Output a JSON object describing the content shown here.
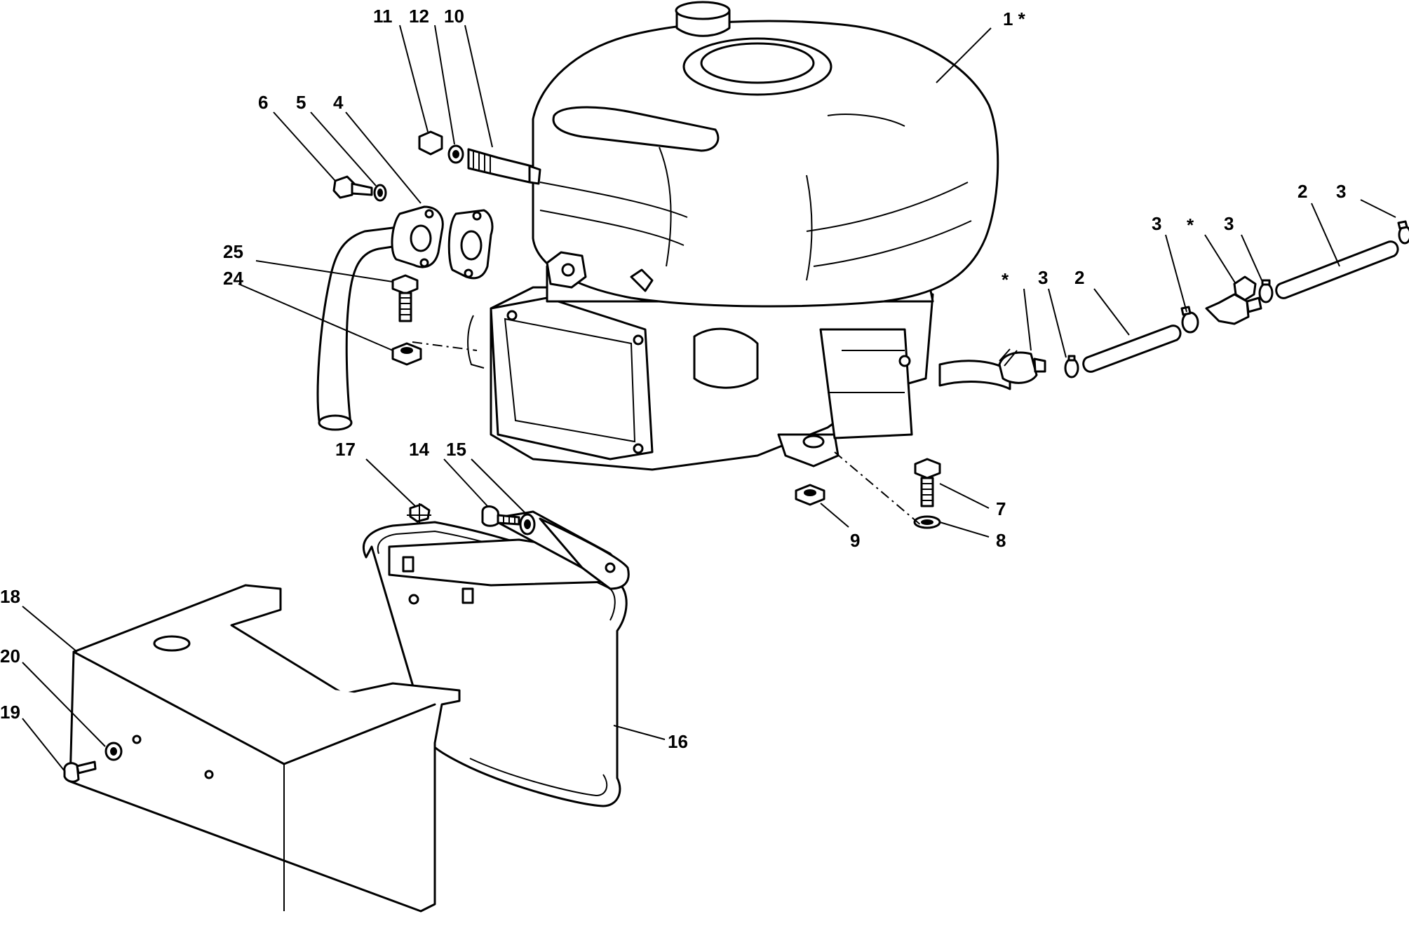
{
  "callouts": [
    {
      "id": "c1",
      "label": "1 *"
    },
    {
      "id": "c2a",
      "label": "2"
    },
    {
      "id": "c2b",
      "label": "2"
    },
    {
      "id": "c3a",
      "label": "3"
    },
    {
      "id": "c3b",
      "label": "3"
    },
    {
      "id": "c3c",
      "label": "3"
    },
    {
      "id": "c3d",
      "label": "3"
    },
    {
      "id": "c4",
      "label": "4"
    },
    {
      "id": "c5",
      "label": "5"
    },
    {
      "id": "c6",
      "label": "6"
    },
    {
      "id": "c7",
      "label": "7"
    },
    {
      "id": "c8",
      "label": "8"
    },
    {
      "id": "c9",
      "label": "9"
    },
    {
      "id": "c10",
      "label": "10"
    },
    {
      "id": "c11",
      "label": "11"
    },
    {
      "id": "c12",
      "label": "12"
    },
    {
      "id": "c14",
      "label": "14"
    },
    {
      "id": "c15",
      "label": "15"
    },
    {
      "id": "c16",
      "label": "16"
    },
    {
      "id": "c17",
      "label": "17"
    },
    {
      "id": "c18",
      "label": "18"
    },
    {
      "id": "c19",
      "label": "19"
    },
    {
      "id": "c20",
      "label": "20"
    },
    {
      "id": "c24",
      "label": "24"
    },
    {
      "id": "c25",
      "label": "25"
    },
    {
      "id": "cs1",
      "label": "*"
    },
    {
      "id": "cs2",
      "label": "*"
    }
  ]
}
